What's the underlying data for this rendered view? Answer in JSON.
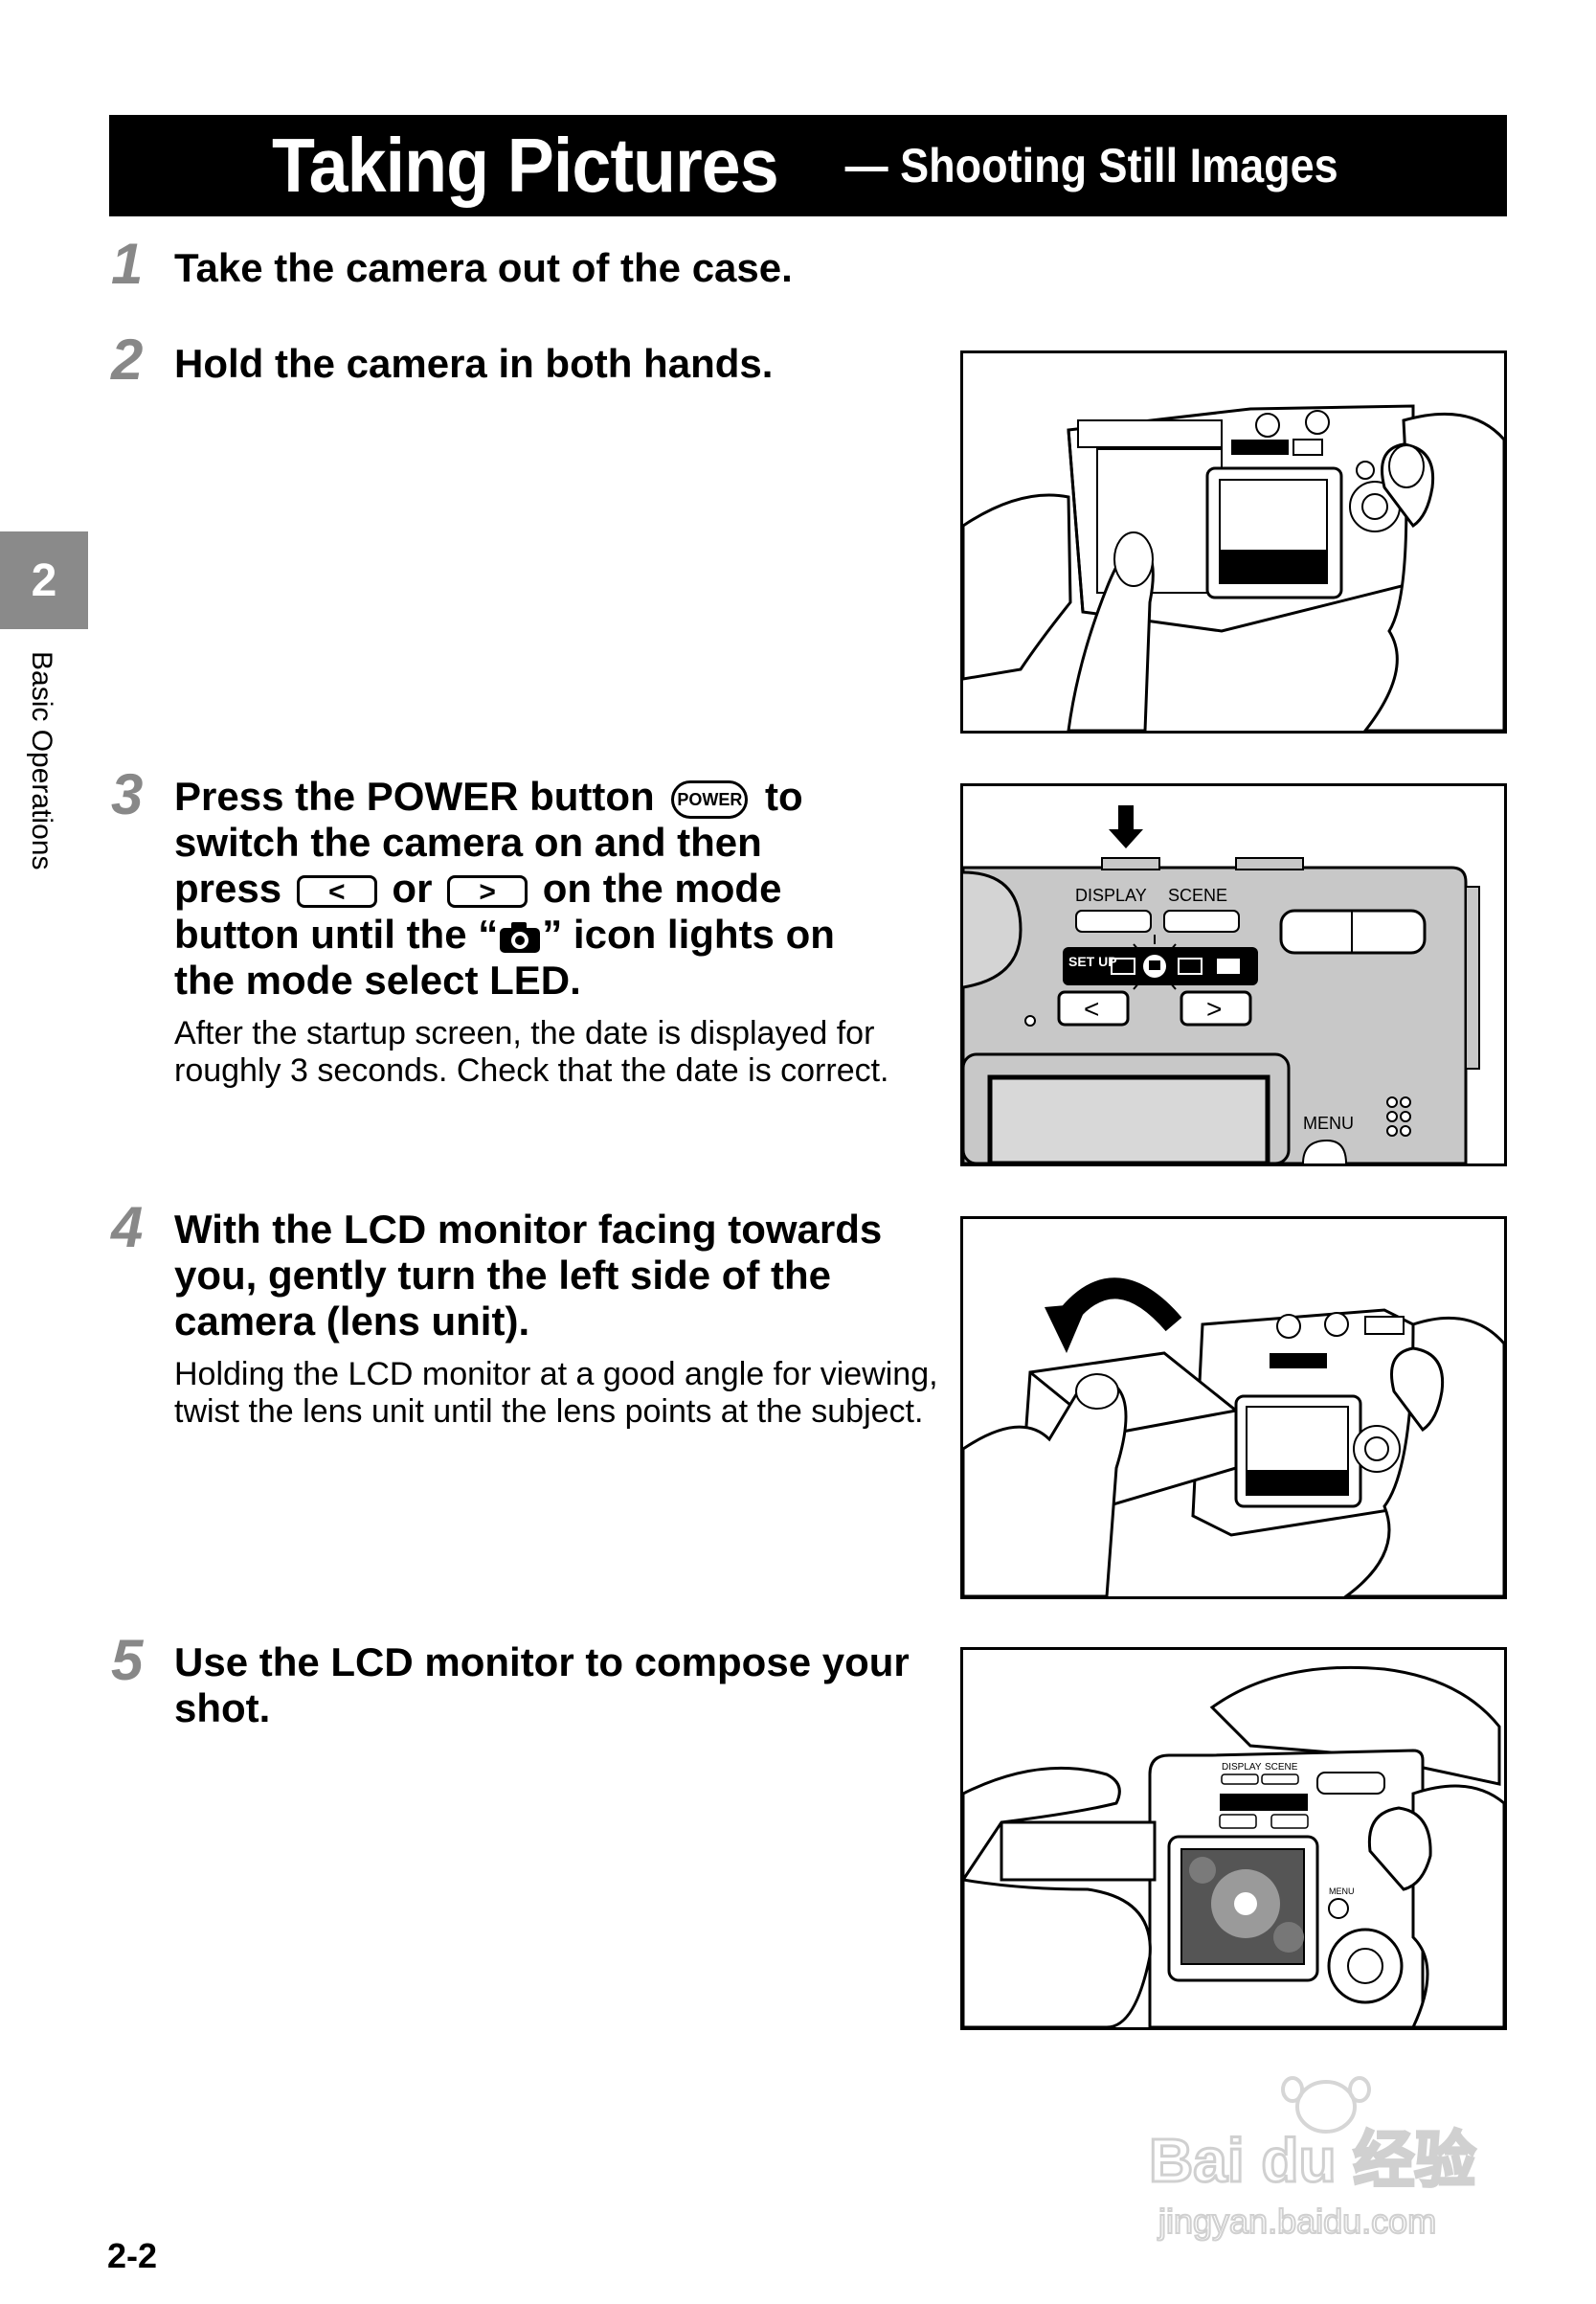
{
  "header": {
    "title": "Taking Pictures",
    "subtitle": "— Shooting Still Images"
  },
  "sidebar": {
    "chapter_number": "2",
    "chapter_label": "Basic Operations"
  },
  "steps": [
    {
      "number": "1",
      "heading": "Take the camera out of the case."
    },
    {
      "number": "2",
      "heading": "Hold the camera in both hands."
    },
    {
      "number": "3",
      "heading_part1": "Press the POWER button",
      "power_label": "POWER",
      "heading_part2": "to",
      "heading_line2": "switch the camera on and then",
      "heading_press": "press",
      "left_button": "<",
      "heading_or": "or",
      "right_button": ">",
      "heading_mode": "on the mode",
      "heading_line4a": "button until the “",
      "heading_line4b": "” icon lights on",
      "heading_line5": "the mode select LED.",
      "body": "After the startup screen, the date is displayed for roughly 3 seconds. Check that the date is correct."
    },
    {
      "number": "4",
      "heading": "With the LCD monitor facing towards you, gently turn the left side of the camera (lens unit).",
      "body": "Holding the LCD monitor at a good angle for viewing, twist the lens unit until the lens points at the subject."
    },
    {
      "number": "5",
      "heading": "Use the LCD monitor to compose your shot."
    }
  ],
  "figure3_labels": {
    "display": "DISPLAY",
    "scene": "SCENE",
    "setup": "SET UP",
    "menu": "MENU",
    "left": "<",
    "right": ">"
  },
  "figure5_labels": {
    "display": "DISPLAY",
    "scene": "SCENE",
    "menu": "MENU"
  },
  "footer": {
    "page_number": "2-2"
  },
  "watermark": {
    "logo_text": "Bai du 经验",
    "url": "jingyan.baidu.com"
  }
}
